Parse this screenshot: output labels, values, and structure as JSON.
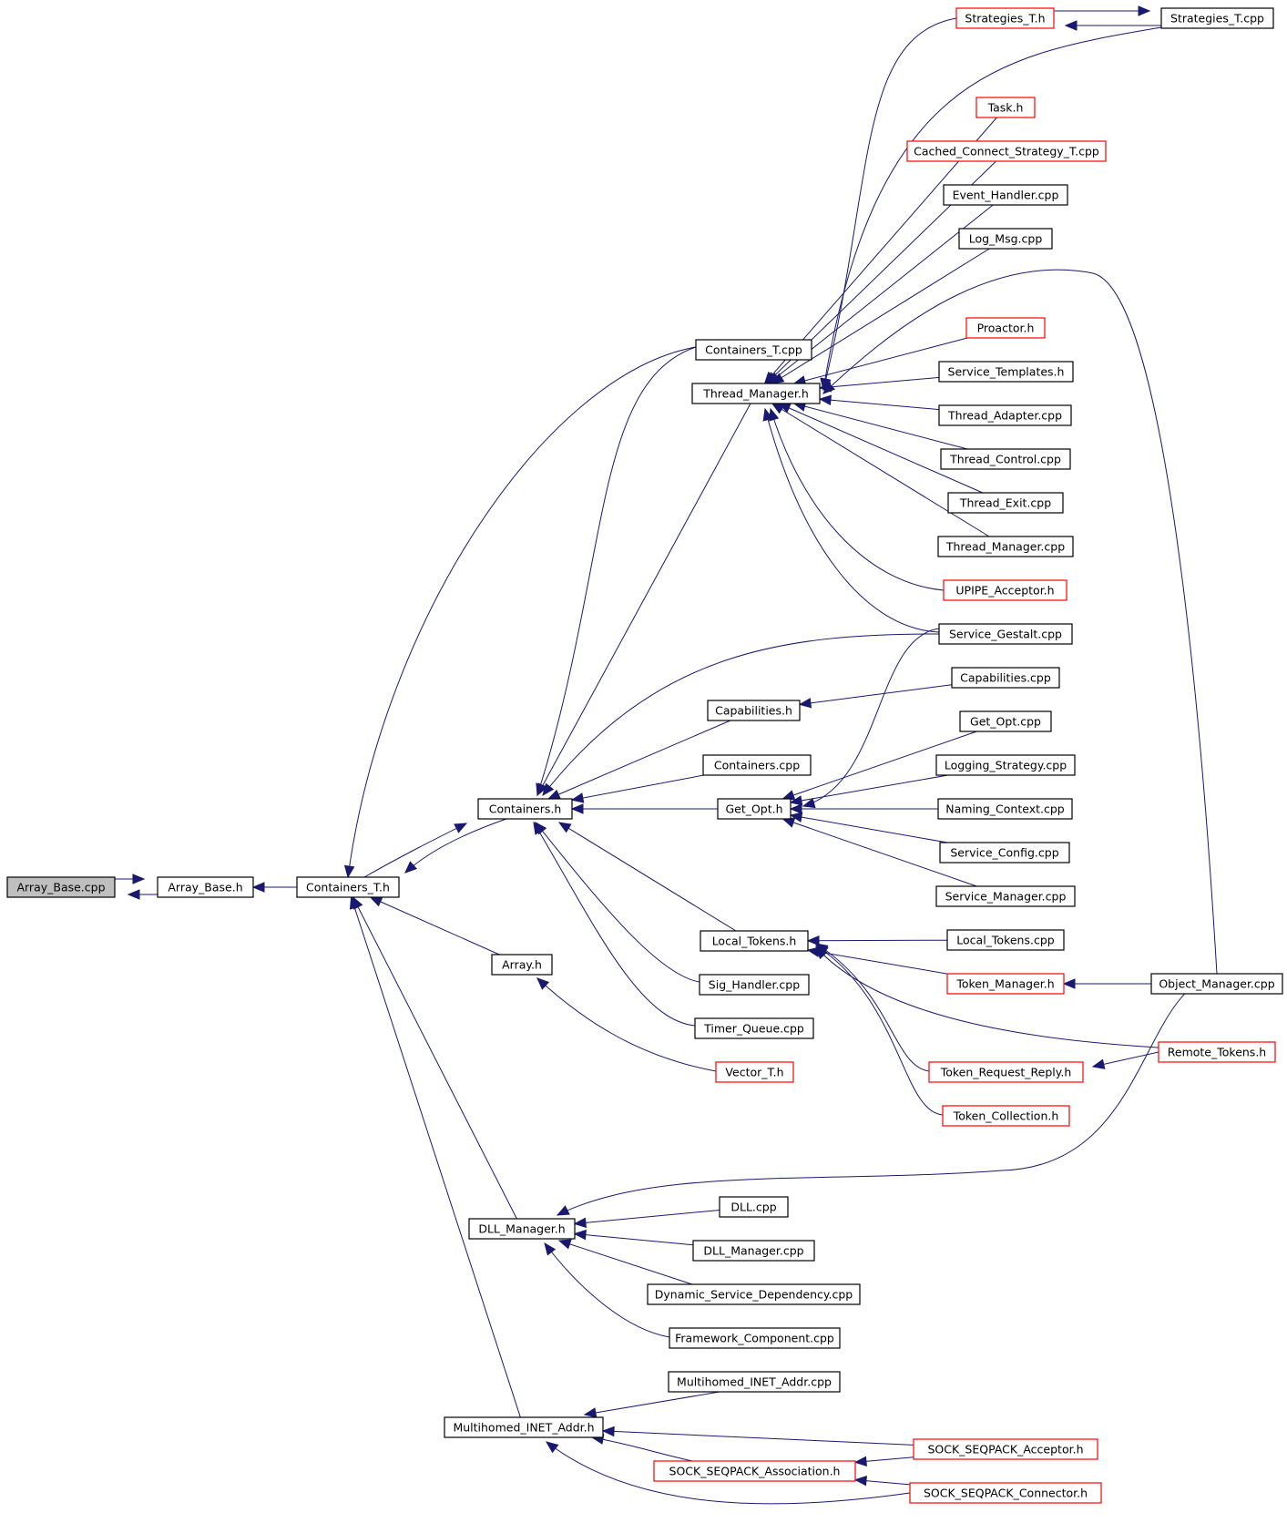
{
  "graph": {
    "colors": {
      "edge": "#191970",
      "node_border": "#000000",
      "incomplete_node_border": "#ff0000",
      "root_fill": "#bfbfbf"
    },
    "nodes": [
      {
        "id": "array_base_cpp",
        "label": "Array_Base.cpp",
        "style": "root"
      },
      {
        "id": "array_base_h",
        "label": "Array_Base.h",
        "style": "normal"
      },
      {
        "id": "containers_t_h",
        "label": "Containers_T.h",
        "style": "normal"
      },
      {
        "id": "containers_h",
        "label": "Containers.h",
        "style": "normal"
      },
      {
        "id": "array_h",
        "label": "Array.h",
        "style": "normal"
      },
      {
        "id": "dll_manager_h",
        "label": "DLL_Manager.h",
        "style": "normal"
      },
      {
        "id": "multihomed_h",
        "label": "Multihomed_INET_Addr.h",
        "style": "normal"
      },
      {
        "id": "containers_t_cpp",
        "label": "Containers_T.cpp",
        "style": "normal"
      },
      {
        "id": "thread_manager_h",
        "label": "Thread_Manager.h",
        "style": "normal"
      },
      {
        "id": "capabilities_h",
        "label": "Capabilities.h",
        "style": "normal"
      },
      {
        "id": "containers_cpp",
        "label": "Containers.cpp",
        "style": "normal"
      },
      {
        "id": "get_opt_h",
        "label": "Get_Opt.h",
        "style": "normal"
      },
      {
        "id": "local_tokens_h",
        "label": "Local_Tokens.h",
        "style": "normal"
      },
      {
        "id": "sig_handler_cpp",
        "label": "Sig_Handler.cpp",
        "style": "normal"
      },
      {
        "id": "timer_queue_cpp",
        "label": "Timer_Queue.cpp",
        "style": "normal"
      },
      {
        "id": "vector_t_h",
        "label": "Vector_T.h",
        "style": "red"
      },
      {
        "id": "dll_cpp",
        "label": "DLL.cpp",
        "style": "normal"
      },
      {
        "id": "dll_manager_cpp",
        "label": "DLL_Manager.cpp",
        "style": "normal"
      },
      {
        "id": "dyn_service_dep_cpp",
        "label": "Dynamic_Service_Dependency.cpp",
        "style": "normal"
      },
      {
        "id": "framework_component_cpp",
        "label": "Framework_Component.cpp",
        "style": "normal"
      },
      {
        "id": "multihomed_cpp",
        "label": "Multihomed_INET_Addr.cpp",
        "style": "normal"
      },
      {
        "id": "sock_seqpack_assoc_h",
        "label": "SOCK_SEQPACK_Association.h",
        "style": "red"
      },
      {
        "id": "strategies_t_h",
        "label": "Strategies_T.h",
        "style": "red"
      },
      {
        "id": "task_h",
        "label": "Task.h",
        "style": "red"
      },
      {
        "id": "cached_connect_cpp",
        "label": "Cached_Connect_Strategy_T.cpp",
        "style": "red"
      },
      {
        "id": "event_handler_cpp",
        "label": "Event_Handler.cpp",
        "style": "normal"
      },
      {
        "id": "log_msg_cpp",
        "label": "Log_Msg.cpp",
        "style": "normal"
      },
      {
        "id": "proactor_h",
        "label": "Proactor.h",
        "style": "red"
      },
      {
        "id": "service_templates_h",
        "label": "Service_Templates.h",
        "style": "normal"
      },
      {
        "id": "thread_adapter_cpp",
        "label": "Thread_Adapter.cpp",
        "style": "normal"
      },
      {
        "id": "thread_control_cpp",
        "label": "Thread_Control.cpp",
        "style": "normal"
      },
      {
        "id": "thread_exit_cpp",
        "label": "Thread_Exit.cpp",
        "style": "normal"
      },
      {
        "id": "thread_manager_cpp",
        "label": "Thread_Manager.cpp",
        "style": "normal"
      },
      {
        "id": "upipe_acceptor_h",
        "label": "UPIPE_Acceptor.h",
        "style": "red"
      },
      {
        "id": "service_gestalt_cpp",
        "label": "Service_Gestalt.cpp",
        "style": "normal"
      },
      {
        "id": "capabilities_cpp",
        "label": "Capabilities.cpp",
        "style": "normal"
      },
      {
        "id": "get_opt_cpp",
        "label": "Get_Opt.cpp",
        "style": "normal"
      },
      {
        "id": "logging_strategy_cpp",
        "label": "Logging_Strategy.cpp",
        "style": "normal"
      },
      {
        "id": "naming_context_cpp",
        "label": "Naming_Context.cpp",
        "style": "normal"
      },
      {
        "id": "service_config_cpp",
        "label": "Service_Config.cpp",
        "style": "normal"
      },
      {
        "id": "service_manager_cpp",
        "label": "Service_Manager.cpp",
        "style": "normal"
      },
      {
        "id": "local_tokens_cpp",
        "label": "Local_Tokens.cpp",
        "style": "normal"
      },
      {
        "id": "token_manager_h",
        "label": "Token_Manager.h",
        "style": "red"
      },
      {
        "id": "token_request_reply_h",
        "label": "Token_Request_Reply.h",
        "style": "red"
      },
      {
        "id": "token_collection_h",
        "label": "Token_Collection.h",
        "style": "red"
      },
      {
        "id": "sock_seqpack_acceptor_h",
        "label": "SOCK_SEQPACK_Acceptor.h",
        "style": "red"
      },
      {
        "id": "sock_seqpack_connector_h",
        "label": "SOCK_SEQPACK_Connector.h",
        "style": "red"
      },
      {
        "id": "strategies_t_cpp",
        "label": "Strategies_T.cpp",
        "style": "normal"
      },
      {
        "id": "object_manager_cpp",
        "label": "Object_Manager.cpp",
        "style": "normal"
      },
      {
        "id": "remote_tokens_h",
        "label": "Remote_Tokens.h",
        "style": "red"
      }
    ],
    "edges": [
      {
        "from": "array_base_cpp",
        "to": "array_base_h"
      },
      {
        "from": "array_base_h",
        "to": "array_base_cpp"
      },
      {
        "from": "containers_t_h",
        "to": "array_base_h"
      },
      {
        "from": "containers_h",
        "to": "containers_t_h"
      },
      {
        "from": "containers_t_h",
        "to": "containers_h"
      },
      {
        "from": "array_h",
        "to": "containers_t_h"
      },
      {
        "from": "dll_manager_h",
        "to": "containers_t_h"
      },
      {
        "from": "multihomed_h",
        "to": "containers_t_h"
      },
      {
        "from": "containers_t_cpp",
        "to": "containers_t_h"
      },
      {
        "from": "containers_t_cpp",
        "to": "containers_h"
      },
      {
        "from": "thread_manager_h",
        "to": "containers_h"
      },
      {
        "from": "capabilities_h",
        "to": "containers_h"
      },
      {
        "from": "containers_cpp",
        "to": "containers_h"
      },
      {
        "from": "get_opt_h",
        "to": "containers_h"
      },
      {
        "from": "local_tokens_h",
        "to": "containers_h"
      },
      {
        "from": "sig_handler_cpp",
        "to": "containers_h"
      },
      {
        "from": "timer_queue_cpp",
        "to": "containers_h"
      },
      {
        "from": "service_gestalt_cpp",
        "to": "containers_h"
      },
      {
        "from": "vector_t_h",
        "to": "array_h"
      },
      {
        "from": "dll_cpp",
        "to": "dll_manager_h"
      },
      {
        "from": "dll_manager_cpp",
        "to": "dll_manager_h"
      },
      {
        "from": "dyn_service_dep_cpp",
        "to": "dll_manager_h"
      },
      {
        "from": "framework_component_cpp",
        "to": "dll_manager_h"
      },
      {
        "from": "object_manager_cpp",
        "to": "dll_manager_h"
      },
      {
        "from": "multihomed_cpp",
        "to": "multihomed_h"
      },
      {
        "from": "sock_seqpack_acceptor_h",
        "to": "multihomed_h"
      },
      {
        "from": "sock_seqpack_assoc_h",
        "to": "multihomed_h"
      },
      {
        "from": "sock_seqpack_connector_h",
        "to": "multihomed_h"
      },
      {
        "from": "sock_seqpack_acceptor_h",
        "to": "sock_seqpack_assoc_h"
      },
      {
        "from": "sock_seqpack_connector_h",
        "to": "sock_seqpack_assoc_h"
      },
      {
        "from": "strategies_t_h",
        "to": "thread_manager_h"
      },
      {
        "from": "strategies_t_cpp",
        "to": "thread_manager_h"
      },
      {
        "from": "task_h",
        "to": "thread_manager_h"
      },
      {
        "from": "cached_connect_cpp",
        "to": "thread_manager_h"
      },
      {
        "from": "event_handler_cpp",
        "to": "thread_manager_h"
      },
      {
        "from": "log_msg_cpp",
        "to": "thread_manager_h"
      },
      {
        "from": "object_manager_cpp",
        "to": "thread_manager_h"
      },
      {
        "from": "proactor_h",
        "to": "thread_manager_h"
      },
      {
        "from": "service_templates_h",
        "to": "thread_manager_h"
      },
      {
        "from": "thread_adapter_cpp",
        "to": "thread_manager_h"
      },
      {
        "from": "thread_control_cpp",
        "to": "thread_manager_h"
      },
      {
        "from": "thread_exit_cpp",
        "to": "thread_manager_h"
      },
      {
        "from": "thread_manager_cpp",
        "to": "thread_manager_h"
      },
      {
        "from": "upipe_acceptor_h",
        "to": "thread_manager_h"
      },
      {
        "from": "service_gestalt_cpp",
        "to": "thread_manager_h"
      },
      {
        "from": "strategies_t_h",
        "to": "strategies_t_cpp"
      },
      {
        "from": "strategies_t_cpp",
        "to": "strategies_t_h"
      },
      {
        "from": "capabilities_cpp",
        "to": "capabilities_h"
      },
      {
        "from": "service_gestalt_cpp",
        "to": "get_opt_h"
      },
      {
        "from": "get_opt_cpp",
        "to": "get_opt_h"
      },
      {
        "from": "logging_strategy_cpp",
        "to": "get_opt_h"
      },
      {
        "from": "naming_context_cpp",
        "to": "get_opt_h"
      },
      {
        "from": "service_config_cpp",
        "to": "get_opt_h"
      },
      {
        "from": "service_manager_cpp",
        "to": "get_opt_h"
      },
      {
        "from": "local_tokens_cpp",
        "to": "local_tokens_h"
      },
      {
        "from": "token_manager_h",
        "to": "local_tokens_h"
      },
      {
        "from": "remote_tokens_h",
        "to": "local_tokens_h"
      },
      {
        "from": "token_request_reply_h",
        "to": "local_tokens_h"
      },
      {
        "from": "token_collection_h",
        "to": "local_tokens_h"
      },
      {
        "from": "object_manager_cpp",
        "to": "token_manager_h"
      },
      {
        "from": "remote_tokens_h",
        "to": "token_request_reply_h"
      }
    ]
  }
}
